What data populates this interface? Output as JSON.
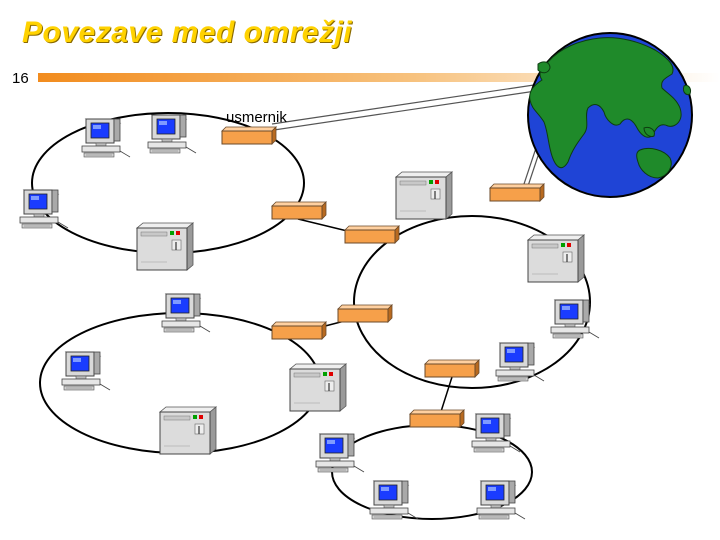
{
  "slide": {
    "title": "Povezave med omrežji",
    "number": "16"
  },
  "diagram": {
    "router_label": "usmernik",
    "colors": {
      "title": "#ffd200",
      "header_bar": "#f28c1e",
      "router": "#f6a04a",
      "globe_ocean": "#1f44d6",
      "globe_land": "#1f8a2a",
      "ring": "#000000"
    },
    "icons": [
      "workstation-icon",
      "server-icon",
      "router-icon",
      "globe-icon"
    ]
  }
}
